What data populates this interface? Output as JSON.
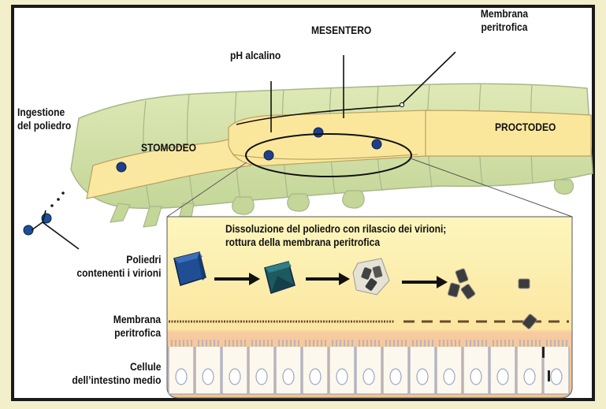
{
  "colors": {
    "background": "#f4efcb",
    "caterpillar_body": "#cfdea2",
    "gut": "#fbe79c",
    "panel_top": "#fdf4b3",
    "panel_bottom": "#f6c98f",
    "polyhedron": "#1f4e94",
    "virion": "#3c3c3c",
    "line": "#111111"
  },
  "labels": {
    "ingestione": [
      "Ingestione",
      "del poliedro"
    ],
    "stomodeo": "STOMODEO",
    "ph": "pH alcalino",
    "mesentero": "MESENTERO",
    "membrana_top": [
      "Membrana",
      "peritrofica"
    ],
    "proctodeo": "PROCTODEO",
    "dissoluzione": [
      "Dissoluzione del poliedro con rilascio dei virioni;",
      "rottura della membrana peritrofica"
    ],
    "poliedri": [
      "Poliedri",
      "contenenti i virioni"
    ],
    "membrana_left": [
      "Membrana",
      "peritrofica"
    ],
    "cellule": [
      "Cellule",
      "dell’intestino medio"
    ]
  }
}
